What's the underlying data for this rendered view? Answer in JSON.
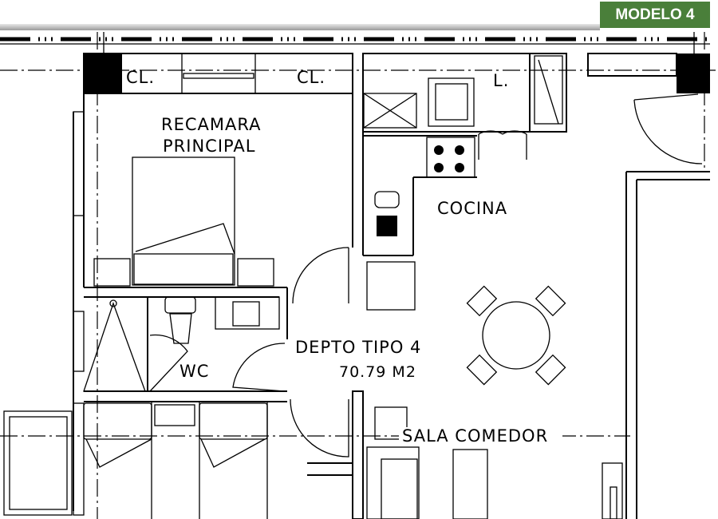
{
  "badge": {
    "label": "MODELO 4",
    "color": "#4a7f3a"
  },
  "plan": {
    "rooms": {
      "closet_left": "CL.",
      "closet_right": "CL.",
      "laundry": "L.",
      "master_bedroom_line1": "RECAMARA",
      "master_bedroom_line2": "PRINCIPAL",
      "kitchen": "COCINA",
      "wc": "WC",
      "unit_name": "DEPTO TIPO 4",
      "unit_area": "70.79 M2",
      "living_dining": "SALA COMEDOR"
    }
  }
}
